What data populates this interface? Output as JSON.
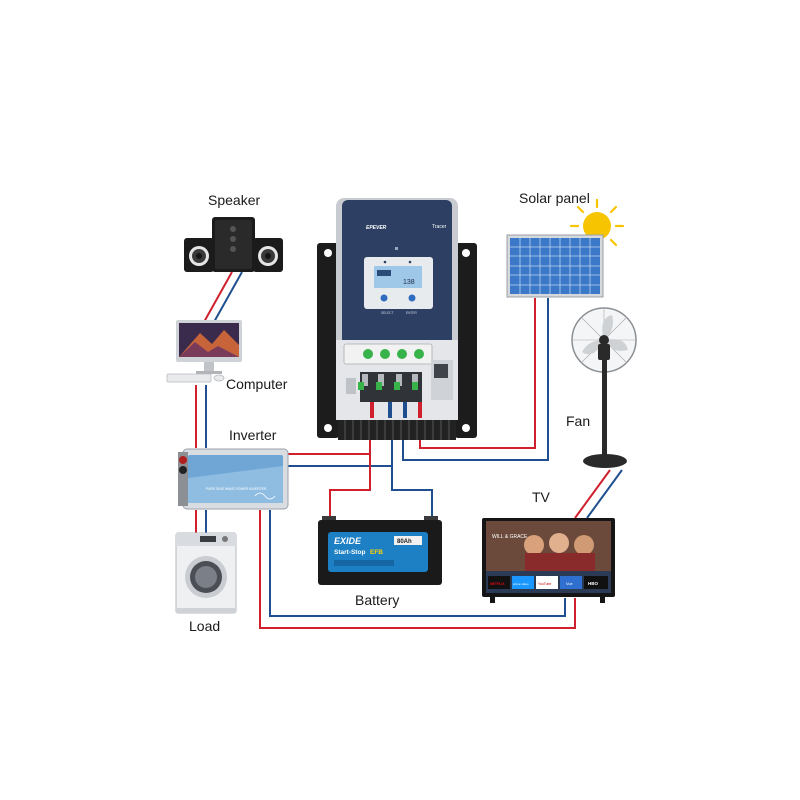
{
  "labels": {
    "speaker": "Speaker",
    "computer": "Computer",
    "inverter": "Inverter",
    "load": "Load",
    "battery": "Battery",
    "solar_panel": "Solar panel",
    "fan": "Fan",
    "tv": "TV"
  },
  "controller": {
    "brand": "EPEVER",
    "model": "Tracer",
    "display_value": "138",
    "select_label": "SELECT",
    "enter_label": "ENTER"
  },
  "battery": {
    "brand": "EXIDE",
    "type": "Start-Stop",
    "variant": "EFB",
    "capacity": "80Ah"
  },
  "inverter": {
    "caption": "PURE SINE WAVE POWER INVERTER"
  },
  "tv": {
    "show_title": "WILL & GRACE",
    "apps": [
      "NETFLIX",
      "prime video",
      "YouTube",
      "Vue",
      "HBO"
    ]
  },
  "colors": {
    "positive_wire": "#d0202e",
    "negative_wire": "#1f4f8f",
    "controller_body": "#2d3f63",
    "sun": "#f6c400",
    "solar_cells": "#3b78c8"
  },
  "icons": {
    "speaker": "speaker-icon",
    "computer": "computer-icon",
    "inverter": "inverter-icon",
    "washer": "washing-machine-icon",
    "battery": "battery-icon",
    "solar": "solar-panel-icon",
    "sun": "sun-icon",
    "fan": "fan-icon",
    "tv": "tv-icon",
    "controller": "charge-controller-icon"
  }
}
